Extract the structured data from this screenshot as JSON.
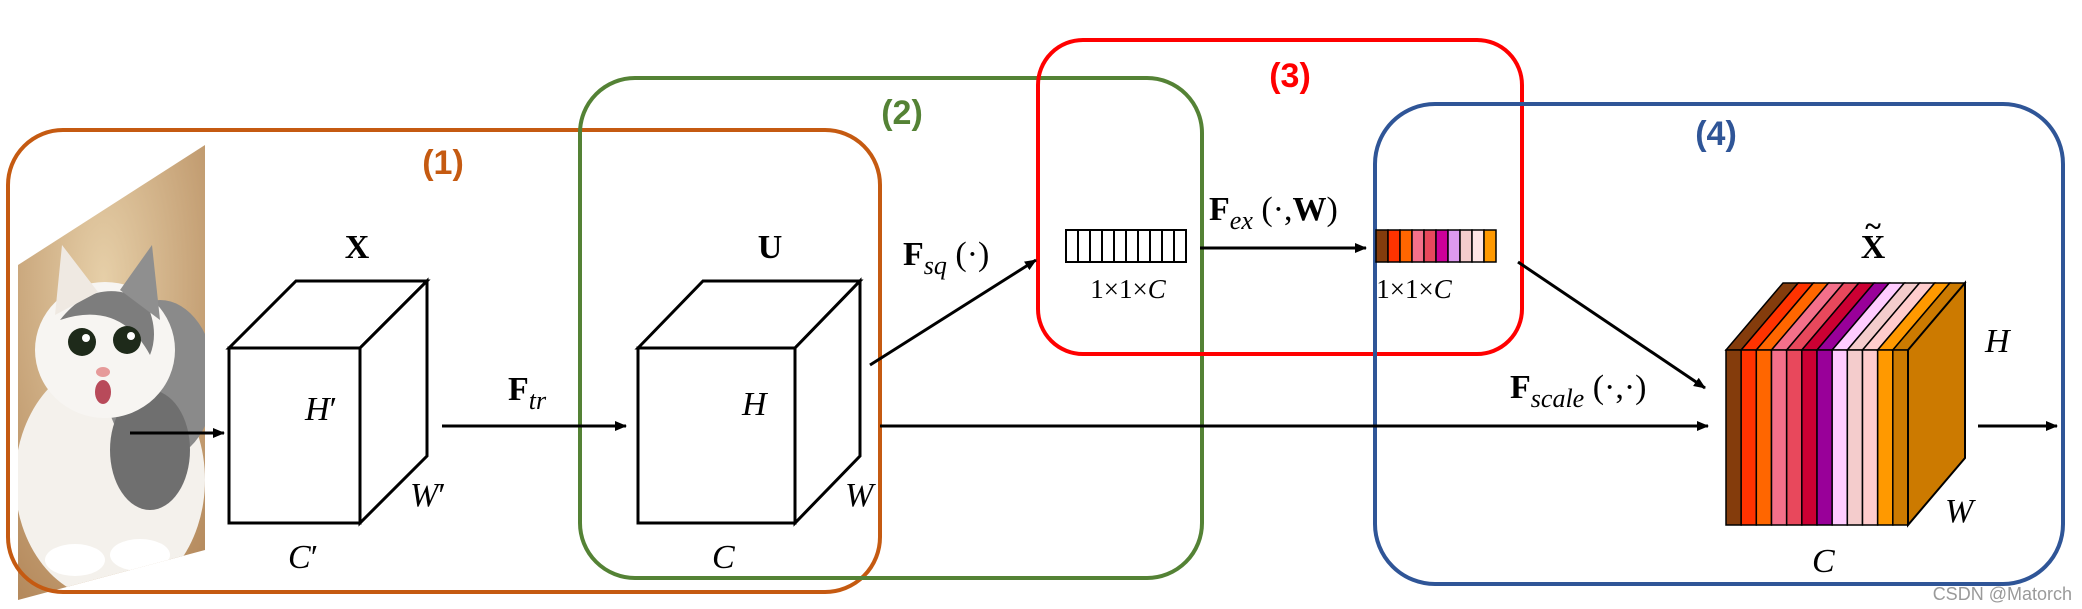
{
  "groups": [
    {
      "label": "(1)",
      "color": "#c55a11"
    },
    {
      "label": "(2)",
      "color": "#548235"
    },
    {
      "label": "(3)",
      "color": "#ff0000"
    },
    {
      "label": "(4)",
      "color": "#2f5597"
    }
  ],
  "tensors": {
    "x": {
      "title": "X",
      "height": "H",
      "height_prime": "′",
      "width": "W",
      "width_prime": "′",
      "channels": "C",
      "channels_prime": "′"
    },
    "u": {
      "title": "U",
      "height": "H",
      "width": "W",
      "channels": "C"
    },
    "x_tilde": {
      "title": "X",
      "tilde": "~",
      "height": "H",
      "width": "W",
      "channels": "C"
    }
  },
  "operations": {
    "tr": {
      "main": "F",
      "sub": "tr"
    },
    "sq": {
      "main": "F",
      "sub": "sq",
      "args": " (·)"
    },
    "ex": {
      "main": "F",
      "sub": "ex",
      "args_open": " (·,",
      "args_bold": "W",
      "args_close": ")"
    },
    "scale": {
      "main": "F",
      "sub": "scale",
      "args": " (·,·)"
    }
  },
  "vectors": {
    "squeeze": {
      "label": "1×1×",
      "label_italic": "C",
      "cells": 10,
      "fill": "#ffffff"
    },
    "excite": {
      "label": "1×1×",
      "label_italic": "C",
      "colors": [
        "#843c0c",
        "#ff3300",
        "#ff6600",
        "#f4708a",
        "#e8485c",
        "#cc0099",
        "#dd99ee",
        "#f4cccc",
        "#ffe6e6",
        "#ff9900"
      ]
    }
  },
  "output_stack_colors": [
    "#843c0c",
    "#ff3300",
    "#ff6600",
    "#f4708a",
    "#e8485c",
    "#cc0033",
    "#990099",
    "#ffccff",
    "#f4cccc",
    "#ffcccc",
    "#ff9900",
    "#cc7a00"
  ],
  "image": {
    "icon": "cat-photo-icon"
  },
  "watermark": "CSDN @Matorch"
}
